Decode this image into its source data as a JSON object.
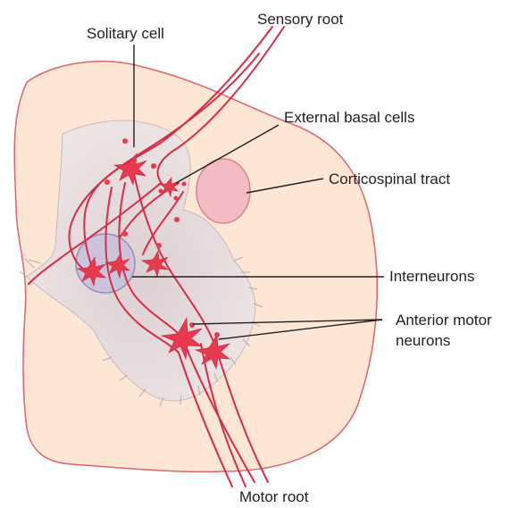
{
  "labels": {
    "sensory_root": "Sensory root",
    "solitary_cell": "Solitary cell",
    "external_basal_cells": "External basal cells",
    "corticospinal_tract": "Corticospinal tract",
    "interneurons": "Interneurons",
    "anterior_motor_line1": "Anterior motor",
    "anterior_motor_line2": "neurons",
    "motor_root": "Motor root"
  },
  "colors": {
    "white_matter_fill": "#fde7d4",
    "cord_outline": "#e0636b",
    "gray_matter_fill": "#eadfe0",
    "fiber": "#d92b45",
    "neuron": "#e8394f",
    "corticospinal_fill": "#f3bcc4",
    "interneuron_zone_fill": "#c9c2dc"
  }
}
